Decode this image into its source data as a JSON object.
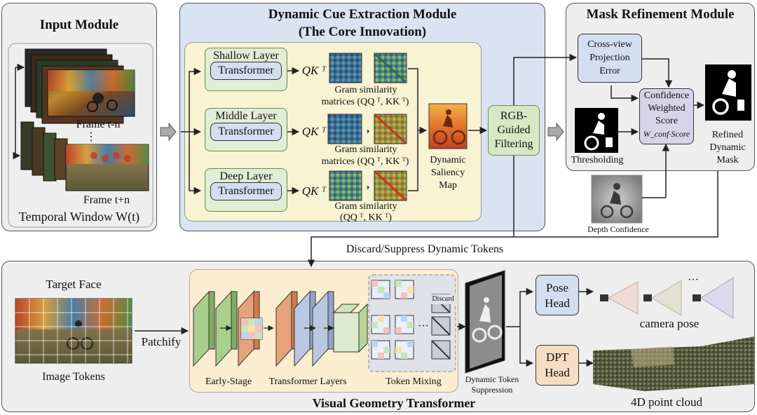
{
  "input_module": {
    "title": "Input Module",
    "frame_a": "Frame t-n",
    "dots": "⋮",
    "frame_b": "Frame t+n",
    "temporal_window": "Temporal Window W(t)"
  },
  "core_module": {
    "title_line1": "Dynamic Cue Extraction Module",
    "title_line2": "(The Core Innovation)",
    "shallow_layer": "Shallow Layer",
    "middle_layer": "Middle Layer",
    "deep_layer": "Deep Layer",
    "transformer": "Transformer",
    "qk": "QK ᵀ",
    "gram1_line1": "Gram similarity",
    "gram1_line2": "matrices (QQ ᵀ, KK ᵀ)",
    "gram2_line1": "Gram similarity",
    "gram2_line2": "matrices (QQ ᵀ, KK ᵀ)",
    "gram3_line1": "Gram similarity",
    "gram3_line2": "(QQ ᵀ, KK ᵀ)",
    "comma": ",",
    "saliency_line1": "Dynamic",
    "saliency_line2": "Saliency",
    "saliency_line3": "Map"
  },
  "rgb_filter": {
    "line1": "RGB-",
    "line2": "Guided",
    "line3": "Filtering"
  },
  "mask_module": {
    "title": "Mask Refinement Module",
    "cross_view_line1": "Cross-view",
    "cross_view_line2": "Projection",
    "cross_view_line3": "Error",
    "confidence_line1": "Confidence",
    "confidence_line2": "Weighted",
    "confidence_line3": "Score",
    "confidence_line4": "W_conf·Score",
    "thresholding": "Thresholding",
    "refined_line1": "Refined",
    "refined_line2": "Dynamic",
    "refined_line3": "Mask",
    "depth_confidence": "Depth Confidence"
  },
  "flow": {
    "discard_label": "Discard/Suppress Dynamic Tokens"
  },
  "vgt": {
    "target_face": "Target Face",
    "image_tokens": "Image Tokens",
    "patchify": "Patchify",
    "early_stage": "Early-Stage",
    "transformer_layers": "Transformer Layers",
    "token_mixing": "Token Mixing",
    "discard": "Discard",
    "ellipsis": "···",
    "dts_line1": "Dynamic Token",
    "dts_line2": "Suppression",
    "title": "Visual Geometry Transformer",
    "pose_head_line1": "Pose",
    "pose_head_line2": "Head",
    "camera_pose": "camera pose",
    "cam_dots": "···",
    "dpt_head_line1": "DPT",
    "dpt_head_line2": "Head",
    "point_cloud": "4D point cloud"
  },
  "colors": {
    "panel_gray": "#eeeeee",
    "panel_blue": "#d9e3f1",
    "panel_yellow": "#f7f3d3",
    "layer_green": "#e1edd4",
    "transformer_blue": "#d3def0",
    "green_box": "#dcebcf",
    "orange_box": "#f7dcc4"
  }
}
